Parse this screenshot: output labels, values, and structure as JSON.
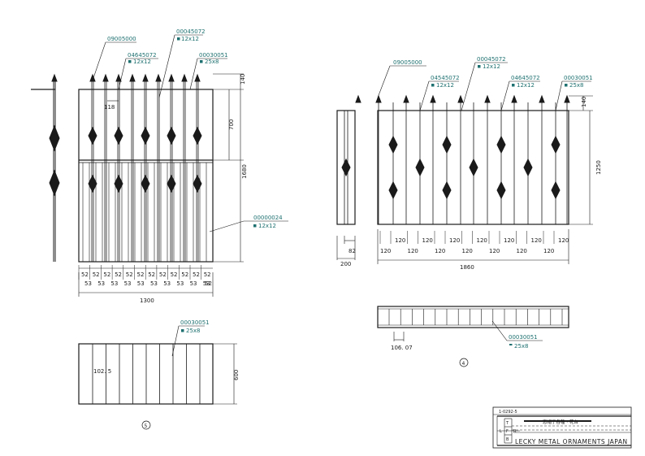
{
  "left_elevation": {
    "labels": [
      {
        "code": "09005000",
        "spec": ""
      },
      {
        "code": "00045072",
        "spec": "12x12"
      },
      {
        "code": "04645072",
        "spec": "12x12"
      },
      {
        "code": "00030051",
        "spec": "25x8"
      },
      {
        "code": "00000024",
        "spec": "12x12"
      }
    ],
    "dim_118": "118",
    "dim_140": "140",
    "dim_700": "700",
    "dim_1680": "1680",
    "bottom_row_top": [
      "52",
      "52",
      "52",
      "52",
      "52",
      "52",
      "52",
      "52",
      "52",
      "52",
      "52",
      "52"
    ],
    "bottom_row_bot": [
      "53",
      "53",
      "53",
      "53",
      "53",
      "53",
      "53",
      "53",
      "53",
      "53"
    ],
    "bottom_row_last": "52",
    "overall_width": "1300"
  },
  "right_elevation": {
    "labels": [
      {
        "code": "09005000",
        "spec": ""
      },
      {
        "code": "04545072",
        "spec": "12x12"
      },
      {
        "code": "00045072",
        "spec": "12x12"
      },
      {
        "code": "04645072",
        "spec": "12x12"
      },
      {
        "code": "00030051",
        "spec": "25x8"
      }
    ],
    "dim_140": "140",
    "dim_1250": "1250",
    "dim_82": "82",
    "dim_200": "200",
    "spacings_top": [
      "120",
      "120",
      "120",
      "120",
      "120",
      "120",
      "120"
    ],
    "spacings_bottom": [
      "120",
      "120",
      "120",
      "120",
      "120",
      "120",
      "120"
    ],
    "overall_width": "1860"
  },
  "plan_right": {
    "label_code": "00030051",
    "label_spec": "25x8",
    "dim": "106. 07",
    "view_number": "4"
  },
  "plan_left": {
    "label_code": "00030051",
    "label_spec": "25x8",
    "dim_inner": "102. 5",
    "dim_depth": "600",
    "view_number": "5"
  },
  "title_block": {
    "drawing_no": "1-0292-5",
    "title_jp": "窓帽子各種・花台",
    "row_letters": [
      "T",
      "F",
      "B"
    ],
    "side_letters": [
      "L",
      "R"
    ],
    "company": "LECKY METAL ORNAMENTS JAPAN"
  }
}
